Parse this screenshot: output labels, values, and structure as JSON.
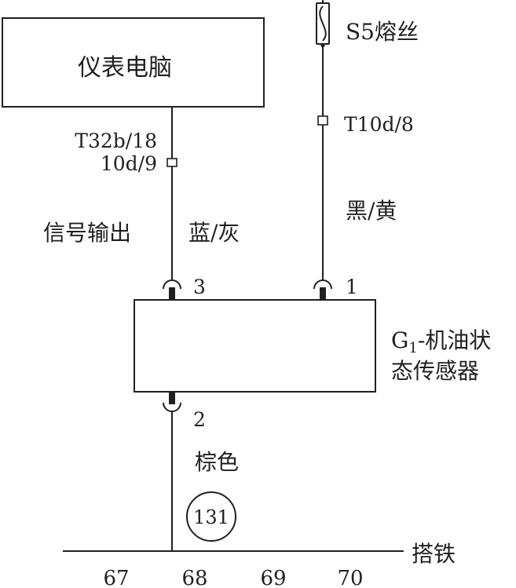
{
  "ecu_box": {
    "label": "仪表电脑"
  },
  "fuse": {
    "label": "S5熔丝"
  },
  "left_connector": {
    "line1": "T32b/18",
    "line2": "10d/9"
  },
  "right_connector": {
    "label": "T10d/8"
  },
  "signal_output": {
    "label": "信号输出"
  },
  "wire_colors": {
    "signal": "蓝/灰",
    "supply": "黑/黄",
    "ground": "棕色"
  },
  "sensor": {
    "pins": {
      "pin3": "3",
      "pin1": "1",
      "pin2": "2"
    },
    "name": {
      "prefix": "G",
      "subscript": "1",
      "line1_rest": "-机油状",
      "line2": "态传感器"
    }
  },
  "ground_point": {
    "label": "131"
  },
  "ground_bus": {
    "label": "搭铁"
  },
  "grid_numbers": [
    "67",
    "68",
    "69",
    "70"
  ]
}
